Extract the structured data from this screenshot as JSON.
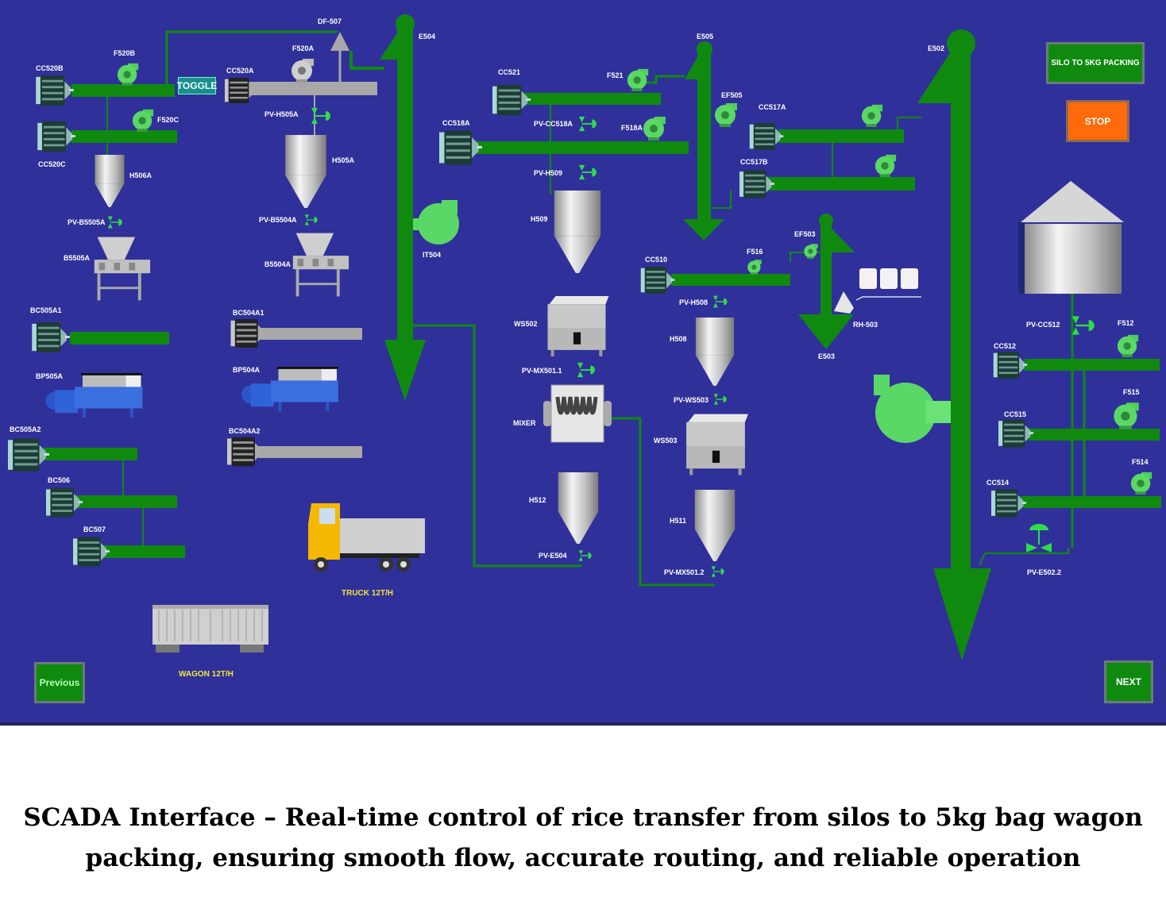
{
  "buttons": {
    "toggle": "TOGGLE",
    "silo_to_packing": "SILO TO 5KG PACKING",
    "stop": "STOP",
    "previous": "Previous",
    "next": "NEXT"
  },
  "labels": {
    "df507": "DF-507",
    "f520b": "F520B",
    "cc520b": "CC520B",
    "f520a": "F520A",
    "cc520a": "CC520A",
    "f520c": "F520C",
    "cc520c": "CC520C",
    "pv_h505a": "PV-H505A",
    "h506a": "H506A",
    "h505a": "H505A",
    "pv_b5505a": "PV-B5505A",
    "pv_b5504a": "PV-B5504A",
    "b5505a": "B5505A",
    "b5504a": "B5504A",
    "bc505a1": "BC505A1",
    "bc504a1": "BC504A1",
    "bp505a": "BP505A",
    "bp504a": "BP504A",
    "bc505a2": "BC505A2",
    "bc504a2": "BC504A2",
    "bc506": "BC506",
    "bc507": "BC507",
    "e504": "E504",
    "it504": "IT504",
    "cc521": "CC521",
    "f521": "F521",
    "cc518a": "CC518A",
    "pv_cc518a": "PV-CC518A",
    "f518a": "F518A",
    "pv_h509": "PV-H509",
    "h509": "H509",
    "ws502": "WS502",
    "pv_mx501_1": "PV-MX501.1",
    "mixer": "MIXER",
    "h512": "H512",
    "pv_e504": "PV-E504",
    "e505": "E505",
    "ef505": "EF505",
    "cc517a": "CC517A",
    "cc517b": "CC517B",
    "cc510": "CC510",
    "f516": "F516",
    "ef503": "EF503",
    "e503": "E503",
    "rh503": "RH-503",
    "pv_h508": "PV-H508",
    "h508": "H508",
    "pv_ws503": "PV-WS503",
    "ws503": "WS503",
    "h511": "H511",
    "pv_mx501_2": "PV-MX501.2",
    "e502": "E502",
    "pv_cc512": "PV-CC512",
    "f512": "F512",
    "cc512": "CC512",
    "f515": "F515",
    "cc515": "CC515",
    "f514": "F514",
    "cc514": "CC514",
    "pv_e502_2": "PV-E502.2",
    "truck": "TRUCK 12T/H",
    "wagon": "WAGON 12T/H"
  },
  "caption": {
    "line1": "SCADA Interface – Real-time control of rice transfer from silos to 5kg bag wagon",
    "line2": "packing, ensuring smooth flow, accurate routing, and reliable operation"
  },
  "colors": {
    "background": "#30309a",
    "active_line": "#0f8a0f",
    "inactive_line": "#a8a8a8",
    "stop": "#ff6a0a"
  }
}
